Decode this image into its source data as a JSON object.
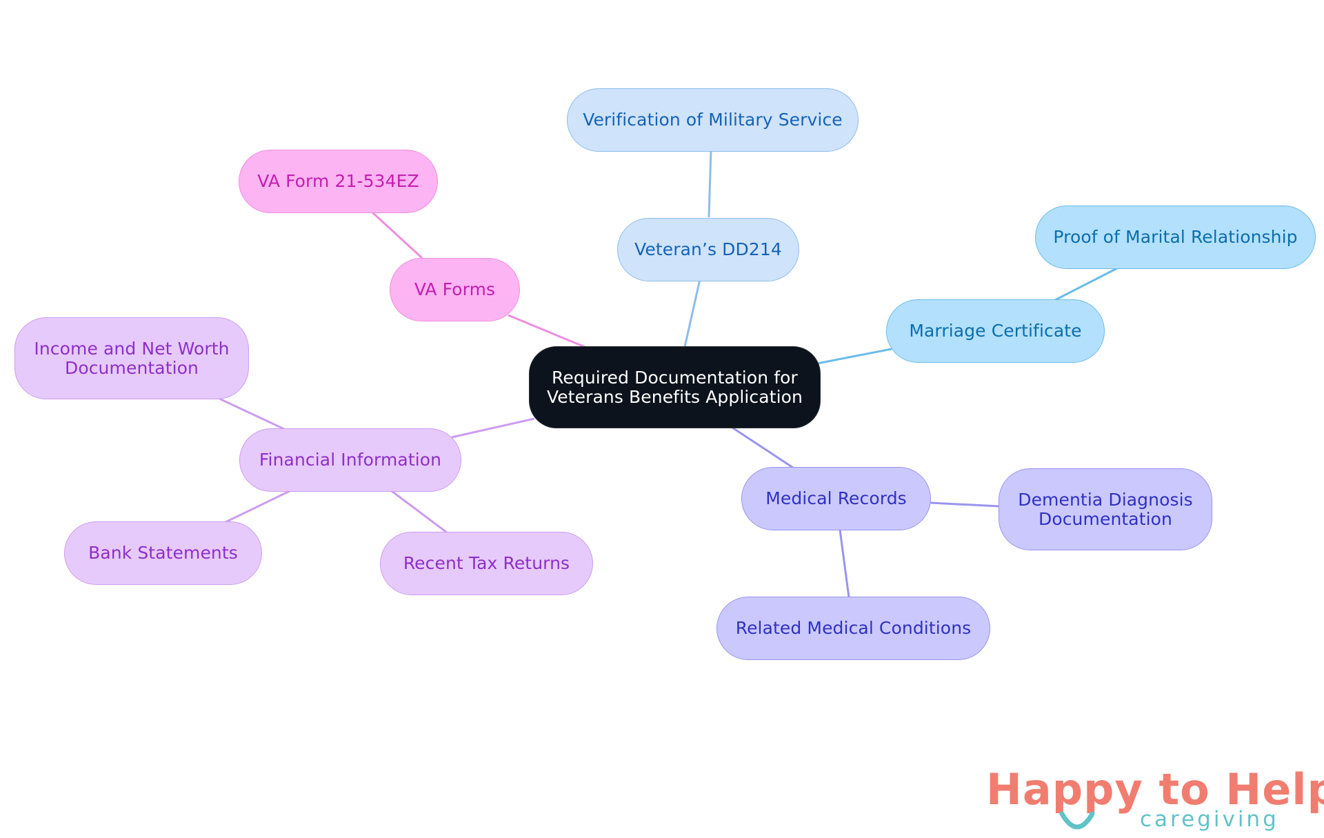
{
  "diagram": {
    "center": {
      "label": "Required Documentation for\nVeterans Benefits Application"
    },
    "branches": {
      "dd214": {
        "label": "Veteran’s DD214",
        "children": {
          "military_service": "Verification of Military Service"
        }
      },
      "marriage": {
        "label": "Marriage Certificate",
        "children": {
          "marital_proof": "Proof of Marital Relationship"
        }
      },
      "medical": {
        "label": "Medical Records",
        "children": {
          "dementia": "Dementia Diagnosis\nDocumentation",
          "related_conditions": "Related Medical Conditions"
        }
      },
      "financial": {
        "label": "Financial Information",
        "children": {
          "income": "Income and Net Worth\nDocumentation",
          "bank": "Bank Statements",
          "tax": "Recent Tax Returns"
        }
      },
      "va_forms": {
        "label": "VA Forms",
        "children": {
          "form": "VA Form 21-534EZ"
        }
      }
    },
    "colors": {
      "center_fill": "#0c131c",
      "dd214": "#cfe3fb",
      "marriage": "#b3e0fc",
      "medical": "#cbc8fd",
      "financial": "#e6cafb",
      "va_forms": "#fdb4f2"
    }
  },
  "logo": {
    "title": "Happy to Help",
    "tagline": "caregiving",
    "icon": "smile-icon",
    "title_color": "#f07d6f",
    "accent_color": "#5fc3c8"
  }
}
